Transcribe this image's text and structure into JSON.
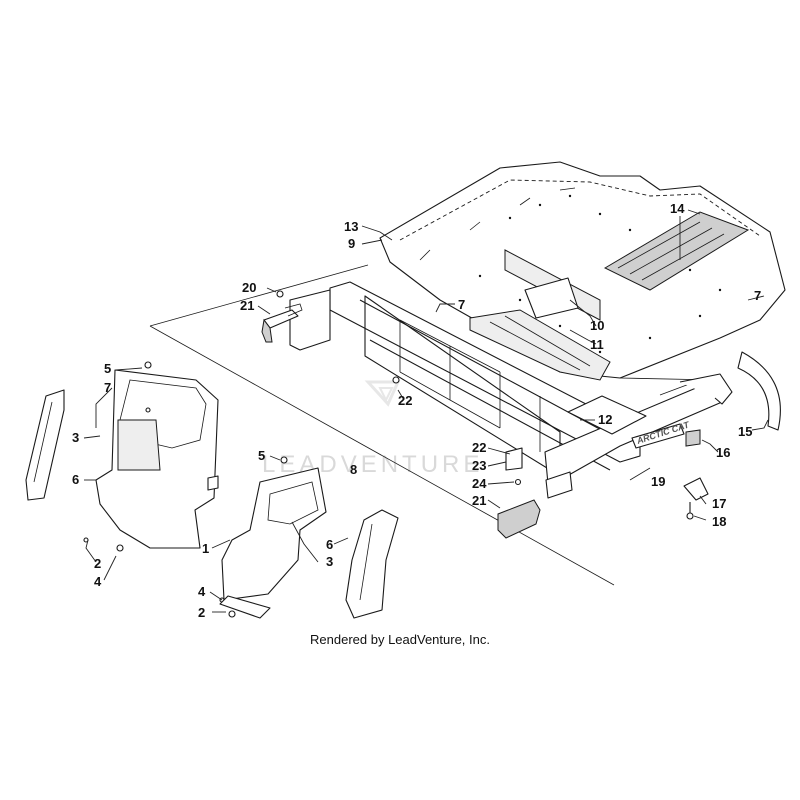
{
  "watermark": {
    "text": "LEADVENTURE"
  },
  "credit": {
    "text": "Rendered by LeadVenture, Inc."
  },
  "decal": {
    "text": "ARCTIC CAT"
  },
  "callouts": [
    {
      "id": "c14",
      "label": "14"
    },
    {
      "id": "c13",
      "label": "13"
    },
    {
      "id": "c9",
      "label": "9"
    },
    {
      "id": "c20",
      "label": "20"
    },
    {
      "id": "c21a",
      "label": "21"
    },
    {
      "id": "c7a",
      "label": "7"
    },
    {
      "id": "c7b",
      "label": "7"
    },
    {
      "id": "c10",
      "label": "10"
    },
    {
      "id": "c11",
      "label": "11"
    },
    {
      "id": "c5a",
      "label": "5"
    },
    {
      "id": "c7c",
      "label": "7"
    },
    {
      "id": "c22a",
      "label": "22"
    },
    {
      "id": "c12",
      "label": "12"
    },
    {
      "id": "c15",
      "label": "15"
    },
    {
      "id": "c16",
      "label": "16"
    },
    {
      "id": "c3a",
      "label": "3"
    },
    {
      "id": "c22b",
      "label": "22"
    },
    {
      "id": "c23",
      "label": "23"
    },
    {
      "id": "c5b",
      "label": "5"
    },
    {
      "id": "c8",
      "label": "8"
    },
    {
      "id": "c6a",
      "label": "6"
    },
    {
      "id": "c24",
      "label": "24"
    },
    {
      "id": "c19",
      "label": "19"
    },
    {
      "id": "c21b",
      "label": "21"
    },
    {
      "id": "c17",
      "label": "17"
    },
    {
      "id": "c18",
      "label": "18"
    },
    {
      "id": "c1",
      "label": "1"
    },
    {
      "id": "c6b",
      "label": "6"
    },
    {
      "id": "c2a",
      "label": "2"
    },
    {
      "id": "c3b",
      "label": "3"
    },
    {
      "id": "c4a",
      "label": "4"
    },
    {
      "id": "c4b",
      "label": "4"
    },
    {
      "id": "c2b",
      "label": "2"
    }
  ]
}
